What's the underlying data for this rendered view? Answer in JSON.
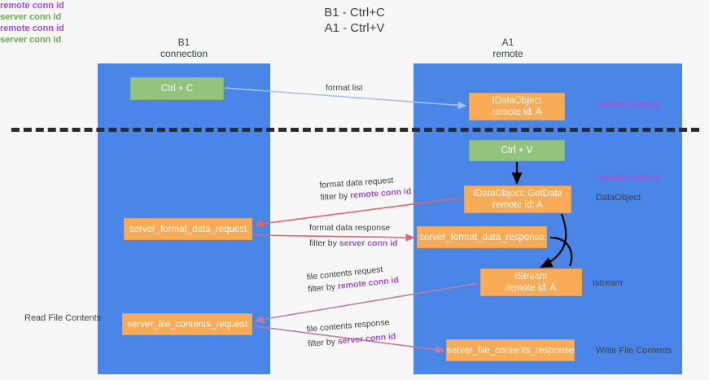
{
  "title": "B1 - Ctrl+C\nA1 - Ctrl+V",
  "lanes": [
    {
      "name": "b1",
      "heading": "B1\nconnection"
    },
    {
      "name": "a1",
      "heading": "A1\nremote"
    }
  ],
  "nodes": [
    {
      "id": "ctrl-c",
      "label": "Ctrl + C",
      "color": "#93c47d"
    },
    {
      "id": "idataobject",
      "label": "IDataObject\nremote id: A",
      "color": "#f9ab55"
    },
    {
      "id": "ctrl-v",
      "label": "Ctrl + V",
      "color": "#93c47d"
    },
    {
      "id": "idataobject-getdata",
      "label": "IDataObject::GetData\nremote id: A",
      "color": "#f9ab55"
    },
    {
      "id": "server-format-data-request",
      "label": "server_format_data_request",
      "color": "#f9ab55"
    },
    {
      "id": "server-format-data-response",
      "label": "server_format_data_response",
      "color": "#f9ab55"
    },
    {
      "id": "istream",
      "label": "IStream\nremote id: A",
      "color": "#f9ab55"
    },
    {
      "id": "server-file-contents-request",
      "label": "server_file_contents_request",
      "color": "#f9ab55"
    },
    {
      "id": "server-file-contents-response",
      "label": "server_file_contents_response",
      "color": "#f9ab55"
    }
  ],
  "edges": {
    "format_list": "format list",
    "format_data_request": {
      "line1": "format data request",
      "line2_prefix": "filter by ",
      "line2_key": "remote conn id"
    },
    "format_data_response": {
      "line1": "format data response",
      "line2_prefix": "filter by ",
      "line2_key": "server conn id"
    },
    "file_contents_request": {
      "line1": "file contents request",
      "line2_prefix": "filter by ",
      "line2_key": "remote conn id"
    },
    "file_contents_response": {
      "line1": "file contents response",
      "line2_prefix": "filter by ",
      "line2_key": "server conn id"
    }
  },
  "side_labels": {
    "remote_conn_id_top": "remote conn id",
    "remote_conn_id_mid": "remote conn id",
    "dataobject": "DataObject",
    "istream": "Istream",
    "write_file_contents": "Write File Contents",
    "read_file_contents": "Read File Contents",
    "legend_remote": "remote conn id",
    "legend_server": "server conn id"
  },
  "colors": {
    "lane": "#4a86e8",
    "green_node": "#93c47d",
    "orange_node": "#f9ab55",
    "purple_text": "#a64fce",
    "green_text": "#6aa84f",
    "format_list_arrow": "#a4c2f4",
    "data_arrow": "#e06666",
    "file_arrow": "#c27ba0",
    "black_arrow": "#000000",
    "divider": "#2b2b2b",
    "background": "#f7f7f7"
  }
}
